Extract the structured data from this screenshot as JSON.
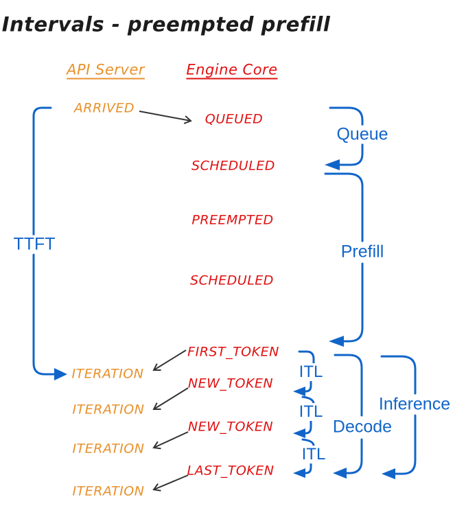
{
  "title": "Intervals - preempted prefill",
  "columns": {
    "api_server": "API Server",
    "engine_core": "Engine Core"
  },
  "api_events": {
    "arrived": "ARRIVED",
    "iteration1": "ITERATION",
    "iteration2": "ITERATION",
    "iteration3": "ITERATION",
    "iteration4": "ITERATION"
  },
  "engine_events": {
    "queued": "QUEUED",
    "scheduled1": "SCHEDULED",
    "preempted": "PREEMPTED",
    "scheduled2": "SCHEDULED",
    "first_token": "FIRST_TOKEN",
    "new_token1": "NEW_TOKEN",
    "new_token2": "NEW_TOKEN",
    "last_token": "LAST_TOKEN"
  },
  "intervals": {
    "ttft": "TTFT",
    "queue": "Queue",
    "prefill": "Prefill",
    "itl1": "ITL",
    "itl2": "ITL",
    "itl3": "ITL",
    "decode": "Decode",
    "inference": "Inference"
  },
  "colors": {
    "accent_blue": "#1165C9",
    "api_orange": "#E8912C",
    "engine_red": "#E01111",
    "text_black": "#1c1c1c"
  }
}
